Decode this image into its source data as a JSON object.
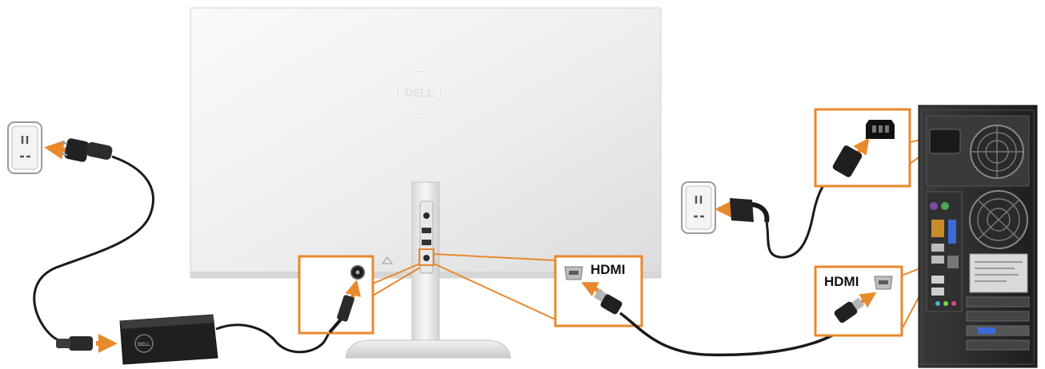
{
  "labels": {
    "monitor_brand": "DELL",
    "adapter_brand": "DELL",
    "hdmi_monitor_side": "HDMI",
    "hdmi_computer_side": "HDMI"
  },
  "colors": {
    "accent_orange": "#e8892c",
    "callout_border": "#e8892c",
    "monitor_body": "#f2f2f2",
    "cable": "#1a1a1a",
    "tower": "#2b2b2b"
  },
  "icons": [
    "wall-outlet-icon",
    "power-plug-icon",
    "power-adapter-icon",
    "dc-jack-icon",
    "hdmi-port-icon",
    "hdmi-plug-icon",
    "iec-socket-icon",
    "fan-grille-icon",
    "arrow-icon"
  ]
}
